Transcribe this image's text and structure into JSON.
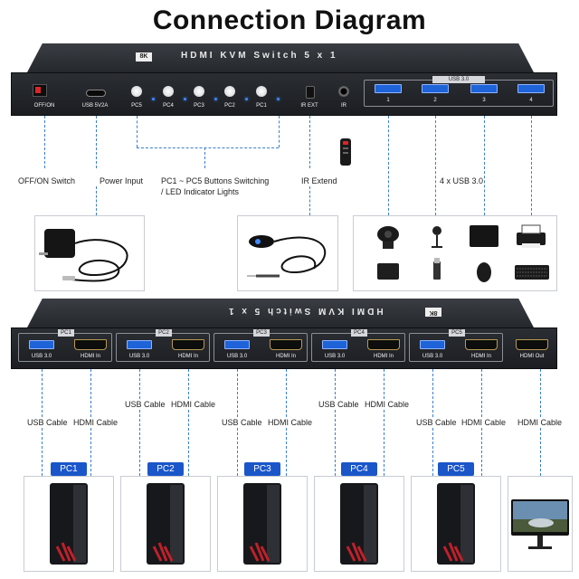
{
  "title": "Connection Diagram",
  "top_device": {
    "brand": "8K",
    "name": "HDMI KVM Switch 5 x 1",
    "labels": [
      "OFF/ON",
      "USB 5V2A",
      "PC5",
      "PC4",
      "PC3",
      "PC2",
      "PC1",
      "IR EXT",
      "IR"
    ],
    "usb_hub_label": "USB 3.0",
    "usb_numbers": [
      "1",
      "2",
      "3",
      "4"
    ]
  },
  "captions": {
    "switch": "OFF/ON Switch",
    "power": "Power Input",
    "buttons_line1": "PC1 ~ PC5 Buttons Switching",
    "buttons_line2": "/ LED Indicator Lights",
    "ir": "IR Extend",
    "usb": "4 x USB 3.0"
  },
  "bottom_device": {
    "name": "HDMI KVM Switch 5 x 1",
    "brand": "8K",
    "groups": [
      {
        "pc": "PC1",
        "usb": "USB 3.0",
        "hdmi": "HDMI In"
      },
      {
        "pc": "PC2",
        "usb": "USB 3.0",
        "hdmi": "HDMI In"
      },
      {
        "pc": "PC3",
        "usb": "USB 3.0",
        "hdmi": "HDMI In"
      },
      {
        "pc": "PC4",
        "usb": "USB 3.0",
        "hdmi": "HDMI In"
      },
      {
        "pc": "PC5",
        "usb": "USB 3.0",
        "hdmi": "HDMI In"
      }
    ],
    "hdmi_out": "HDMI Out"
  },
  "cable_labels": {
    "usb": "USB Cable",
    "hdmi": "HDMI Cable"
  },
  "pcs": [
    "PC1",
    "PC2",
    "PC3",
    "PC4",
    "PC5"
  ],
  "colors": {
    "accent": "#1a56c9",
    "dashed": "#3b7fd0",
    "device": "#23262a"
  }
}
